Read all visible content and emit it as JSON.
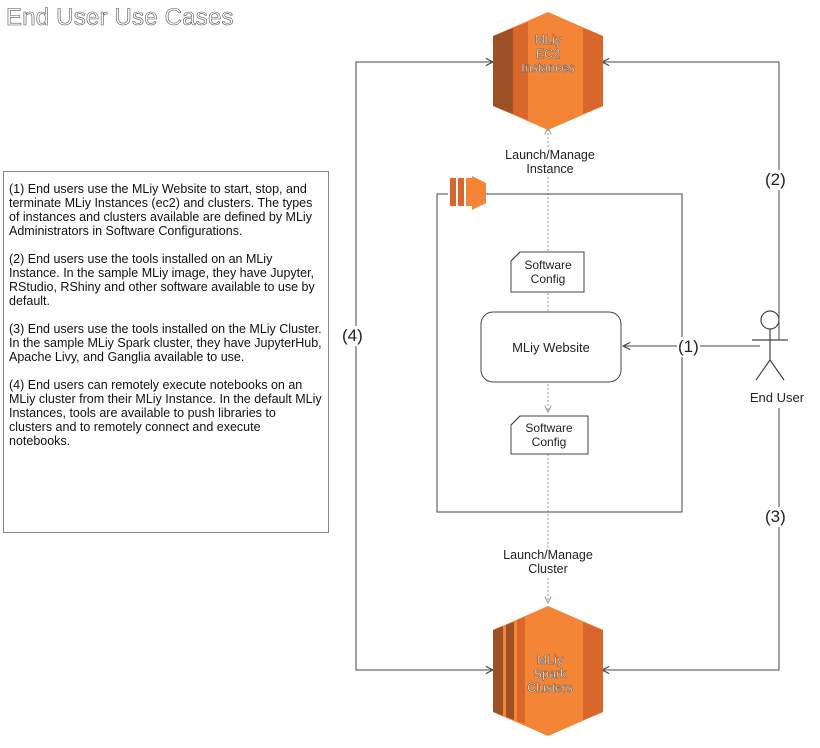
{
  "title": "End User Use Cases",
  "description": [
    "(1) End users use the MLiy Website to start, stop, and terminate MLiy Instances (ec2) and clusters. The types of instances and clusters available are defined by MLiy Administrators in Software Configurations.",
    "(2) End users use the tools installed on an MLiy Instance. In the sample MLiy image, they have Jupyter, RStudio, RShiny and other software available to use by default.",
    "(3) End users use the tools installed on the MLiy Cluster. In the sample MLiy Spark cluster, they have JupyterHub, Apache Livy, and Ganglia available to use.",
    "(4) End users can remotely execute notebooks on an MLiy cluster from their MLiy Instance. In the default MLiy Instances, tools are available to push libraries to clusters and to remotely connect and execute notebooks."
  ],
  "nodes": {
    "ec2": {
      "line1": "MLiy",
      "line2": "EC2",
      "line3": "Instances"
    },
    "spark": {
      "line1": "MLiy",
      "line2": "Spark",
      "line3": "Clusters"
    },
    "website": "MLiy Website",
    "config_top": {
      "line1": "Software",
      "line2": "Config"
    },
    "config_bottom": {
      "line1": "Software",
      "line2": "Config"
    },
    "user": "End User"
  },
  "edges": {
    "launch_instance": {
      "line1": "Launch/Manage",
      "line2": "Instance"
    },
    "launch_cluster": {
      "line1": "Launch/Manage",
      "line2": "Cluster"
    },
    "n1": "(1)",
    "n2": "(2)",
    "n3": "(3)",
    "n4": "(4)"
  },
  "colors": {
    "aws_orange": "#F58536",
    "aws_dark": "#9D5025",
    "aws_mid": "#D9672B",
    "line": "#333333"
  }
}
